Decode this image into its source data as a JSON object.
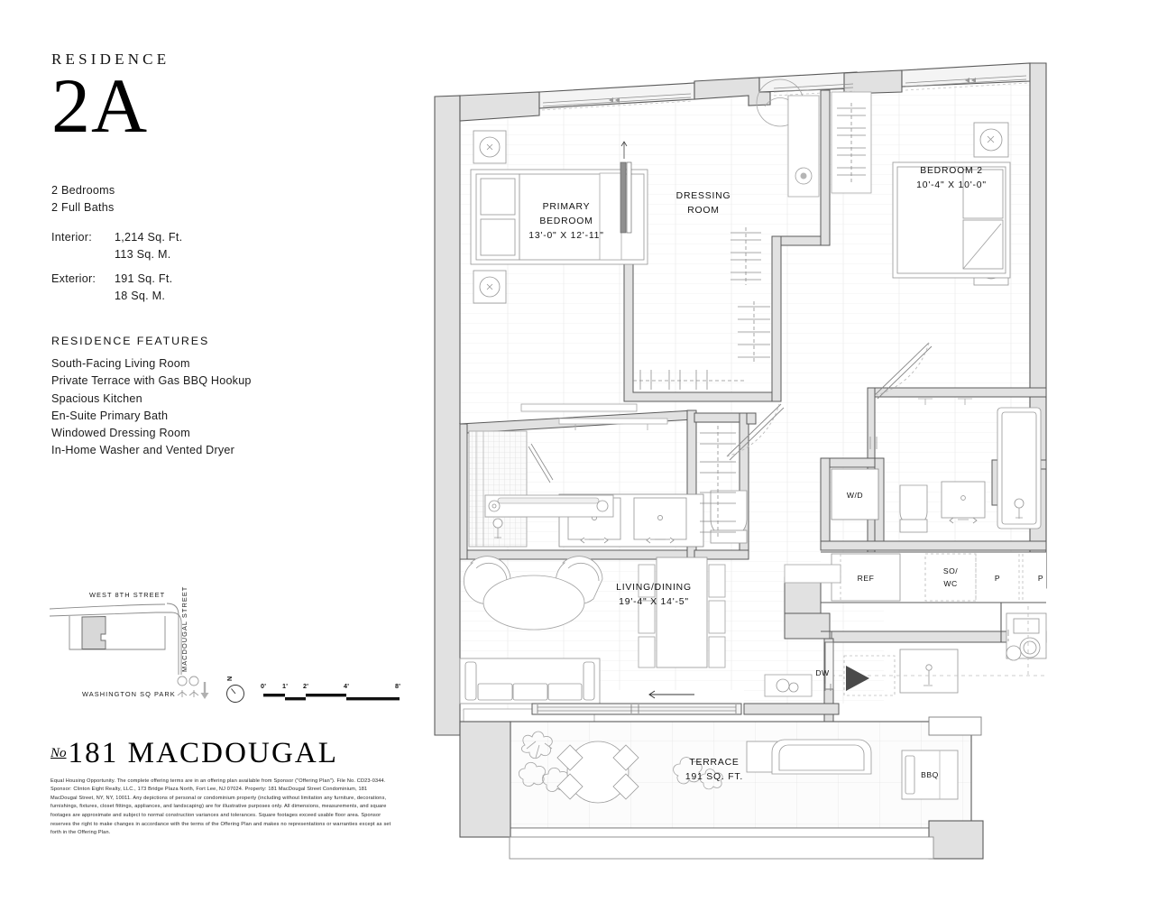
{
  "title_block": {
    "kicker": "RESIDENCE",
    "number": "2A",
    "bedrooms": "2 Bedrooms",
    "baths": "2 Full Baths",
    "interior_label": "Interior:",
    "interior_sqft": "1,214 Sq. Ft.",
    "interior_sqm": "113 Sq. M.",
    "exterior_label": "Exterior:",
    "exterior_sqft": "191 Sq. Ft.",
    "exterior_sqm": "18 Sq. M."
  },
  "features": {
    "heading": "RESIDENCE FEATURES",
    "items": [
      "South-Facing Living Room",
      "Private Terrace with Gas BBQ Hookup",
      "Spacious Kitchen",
      "En-Suite Primary Bath",
      "Windowed Dressing Room",
      "In-Home Washer and Vented Dryer"
    ]
  },
  "sitemap": {
    "street_top": "WEST 8TH STREET",
    "street_right": "MACDOUGAL STREET",
    "park": "WASHINGTON SQ PARK",
    "compass": "N",
    "scale_ticks": [
      "0'",
      "1'",
      "2'",
      "4'",
      "8'"
    ]
  },
  "branding": {
    "no_prefix": "No",
    "logo": "181 MACDOUGAL",
    "legal": "Equal Housing Opportunity. The complete offering terms are in an offering plan available from Sponsor (\"Offering Plan\"). File No. CD23-0344. Sponsor: Clinton Eight Realty, LLC., 173 Bridge Plaza North, Fort Lee, NJ 07024. Property: 181 MacDougal Street Condominium, 181 MacDougal Street, NY, NY, 10011. Any depictions of personal or condominium property (including without limitation any furniture, decorations, furnishings, fixtures, closet fittings, appliances, and landscaping) are for illustrative purposes only.  All dimensions, measurements, and square footages are approximate and subject to normal construction variances and tolerances. Square footages exceed usable floor area. Sponsor reserves the right to make changes in accordance with the terms of the Offering Plan and makes no representations or warranties except as set forth in the Offering Plan."
  },
  "plan": {
    "rooms": [
      {
        "id": "primary-bedroom",
        "name": "PRIMARY",
        "name2": "BEDROOM",
        "dim": "13'-0\" X 12'-11\""
      },
      {
        "id": "dressing-room",
        "name": "DRESSING",
        "name2": "ROOM",
        "dim": ""
      },
      {
        "id": "bedroom-2",
        "name": "BEDROOM 2",
        "name2": "",
        "dim": "10'-4\" X 10'-0\""
      },
      {
        "id": "living-dining",
        "name": "LIVING/DINING",
        "name2": "",
        "dim": "19'-4\" X 14'-5\""
      },
      {
        "id": "terrace",
        "name": "TERRACE",
        "name2": "",
        "dim": "191 SQ. FT."
      }
    ],
    "appliances": [
      {
        "id": "washer-dryer",
        "label": "W/D"
      },
      {
        "id": "refrigerator",
        "label": "REF"
      },
      {
        "id": "sink-waste",
        "label": "SO/"
      },
      {
        "id": "sink-waste-2",
        "label": "WC"
      },
      {
        "id": "pantry-1",
        "label": "P"
      },
      {
        "id": "pantry-2",
        "label": "P"
      },
      {
        "id": "dishwasher",
        "label": "DW"
      },
      {
        "id": "bbq",
        "label": "BBQ"
      }
    ]
  },
  "colors": {
    "wall_fill": "#e1e1e1",
    "wall_stroke": "#5a5a5a",
    "floor_line": "#e8e8e8",
    "furniture_stroke": "#9a9a9a",
    "text": "#111111",
    "paper": "#ffffff"
  }
}
